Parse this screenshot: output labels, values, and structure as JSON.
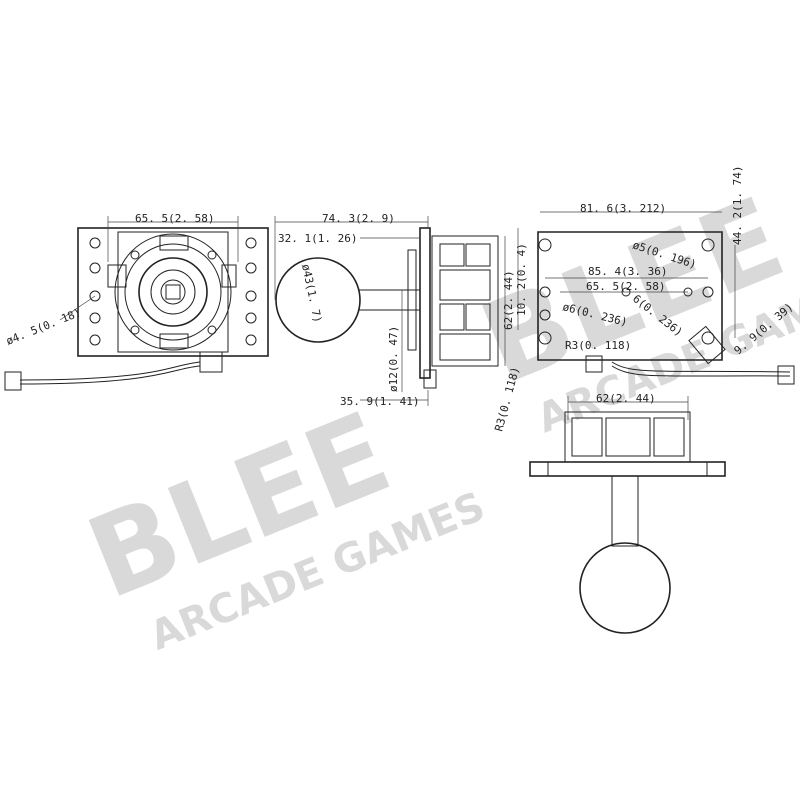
{
  "watermark": {
    "logo_text": "BLEE",
    "tagline": "ARCADE GAMES"
  },
  "views": {
    "top": {
      "dims": {
        "mount_width": "65. 5(2. 58)",
        "hole_dia": "ø4. 5(0. 18)"
      }
    },
    "side": {
      "dims": {
        "total_length": "74. 3(2. 9)",
        "ball_to_plate": "32. 1(1. 26)",
        "ball_dia": "ø43(1. 7)",
        "shaft_dia": "ø12(0. 47)",
        "shaft_length": "35. 9(1. 41)",
        "body_height": "62(2. 44)",
        "plate_thickness": "10. 2(0. 4)",
        "corner_radius": "R3(0. 118)"
      }
    },
    "plate": {
      "dims": {
        "plate_width": "81. 6(3. 212)",
        "plate_height": "44. 2(1. 74)",
        "hole_dia_large": "ø5(0. 196)",
        "outer_hole_spacing": "85. 4(3. 36)",
        "inner_hole_spacing": "65. 5(2. 58)",
        "hole_dia_small": "ø6(0. 236)",
        "slot_width": "6(0. 236)",
        "corner_radius": "R3(0. 118)",
        "slot_length": "9. 9(0. 39)"
      }
    },
    "front": {
      "dims": {
        "body_width": "62(2. 44)"
      }
    }
  },
  "colors": {
    "line": "#222222",
    "watermark": "#d9d9d9",
    "background": "#ffffff"
  }
}
